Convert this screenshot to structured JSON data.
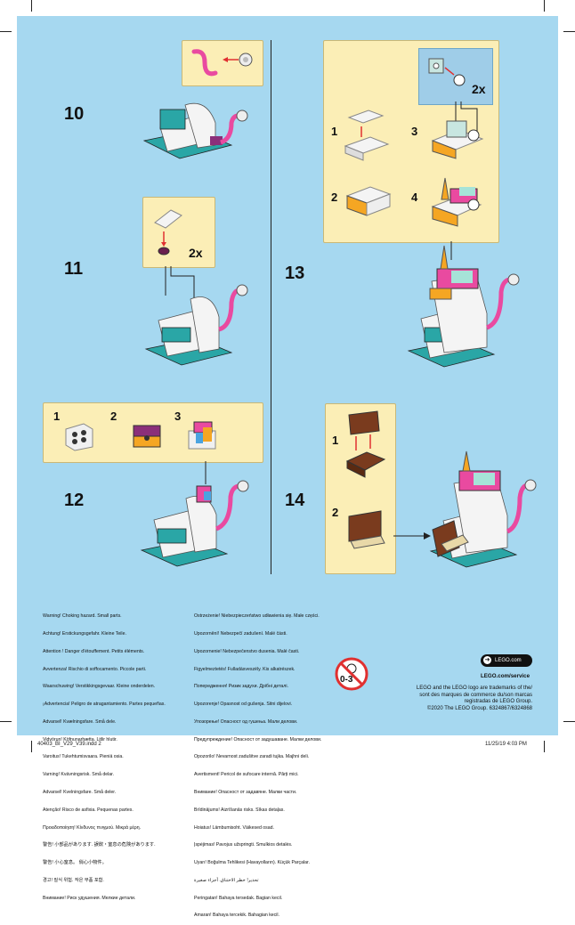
{
  "steps": {
    "s10": "10",
    "s11": "11",
    "s12": "12",
    "s13": "13",
    "s14": "14"
  },
  "substeps": {
    "a1": "1",
    "a2": "2",
    "a3": "3",
    "b1": "1",
    "b2": "2",
    "b3": "3",
    "b4": "4",
    "c1": "1",
    "c2": "2"
  },
  "multipliers": {
    "step11": "2x",
    "step13": "2x"
  },
  "warnings_left": [
    "Warning! Choking hazard. Small parts.",
    "Achtung! Erstickungsgefahr. Kleine Teile.",
    "Attention ! Danger d'étouffement. Petits éléments.",
    "Avvertenza! Rischio di soffocamento. Piccole parti.",
    "Waarschuwing! Verstikkingsgevaar. Kleine onderdelen.",
    "¡Advertencia! Peligro de atragantamiento. Partes pequeñas.",
    "Advarsel! Kvælningsfare. Små dele.",
    "Vidvörun! Köfnunarhætta. Litlir hlutir.",
    "Varoitus! Tukehtumisvaara. Pieniä osia.",
    "Varning! Kvävningsrisk. Små delar.",
    "Advarsel! Kvelningsfare. Små deler.",
    "Atenção! Risco de asfixia. Pequenas partes.",
    "Προειδοποίηση! Κίνδυνος πνιγμού. Μικρά μέρη.",
    "警告! 小部品があります. 誤飲・窒息の危険があります.",
    "警告! 小心窒息。 俏心小物件。",
    "경고! 질식 위험. 작은 부품 포함.",
    "Внимание! Риск удушения. Мелкие детали."
  ],
  "warnings_right": [
    "Ostrzeżenie! Niebezpieczeństwo udławienia się. Małe części.",
    "Upozornění! Nebezpečí zadušení. Malé části.",
    "Upozornenie! Nebezpečenstvo dusenia. Malé časti.",
    "Figyelmeztetés! Fulladásveszély. Kis alkatrészek.",
    "Попередження! Ризик задухи. Дрібні деталі.",
    "Upozorenje! Opasnost od gušenja. Sitni dijelovi.",
    "Упозорење! Опасност од гушења. Мали делови.",
    "Предупреждение! Опасност от задушаване. Малки делови.",
    "Opozorilo! Nevarnost zadušitve zaradi tujka. Majhni deli.",
    "Avertisment! Pericol de sufocare internă. Părți mici.",
    "Внимание! Опасност от задавяне. Малки части.",
    "Brīdinājums! Aizrīšanās risks. Sīkas detaļas.",
    "Hoiatus! Lämbumisoht. Väikesed osad.",
    "Įspėjimas! Pavojus užspringti. Smulkios detalės.",
    "Uyarı! Boğulma Tehlikesi (Havayolların). Küçük Parçalar.",
    "تحذير! خطر الاختناق. أجزاء صغيرة",
    "Peringatan! Bahaya tersedak. Bagian kecil.",
    "Amaran! Bahaya tercekik. Bahagian kecil."
  ],
  "age_badge": "0-3",
  "lego_service": {
    "pill": "LEGO.com",
    "url": "LEGO.com/service"
  },
  "trademark": [
    "LEGO and the LEGO logo are trademarks of the/",
    "sont des marques de commerce du/son marcas",
    "registradas de LEGO Group.",
    "©2020 The LEGO Group. 6324867/6324868"
  ],
  "footer": {
    "file": "40403_BI_V29_V39.indd   2",
    "date": "11/25/19   4:03 PM"
  },
  "colors": {
    "page": "#a6d8f0",
    "callout": "#fbeeb6",
    "teal": "#2aa6a6",
    "pink": "#e94aa0",
    "orange": "#f5a623",
    "brown": "#7a3b1e",
    "white": "#f4f4f4"
  }
}
